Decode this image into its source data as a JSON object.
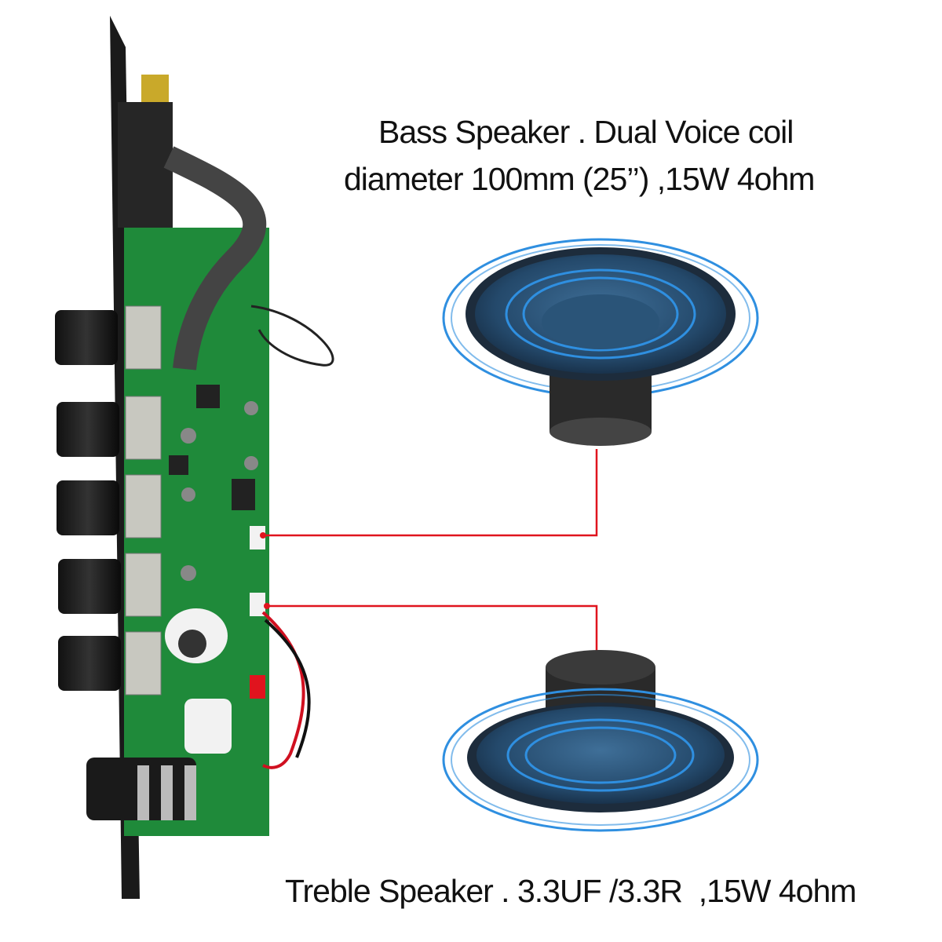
{
  "bass_speaker": {
    "caption_line1": "Bass Speaker . Dual Voice coil",
    "caption_line2": "diameter 100mm (25’’) ,15W 4ohm"
  },
  "treble_speaker": {
    "caption": "Treble Speaker . 3.3UF /3.3R  ,15W 4ohm"
  },
  "colors": {
    "connector_line": "#e0141e",
    "ring": "#2f8fe0",
    "pcb": "#1f8a3a",
    "cone": "#2f5f88"
  }
}
